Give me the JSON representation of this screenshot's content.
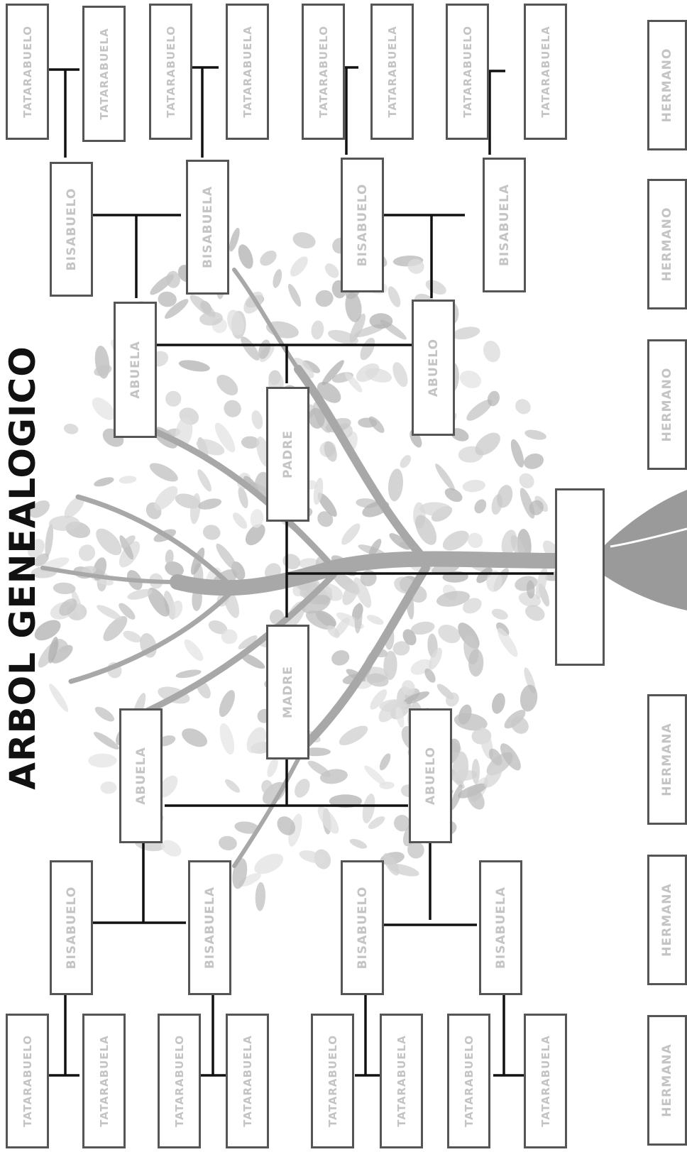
{
  "title": "ARBOL GENEALOGICO",
  "colors": {
    "box_border": "#555555",
    "label": "#c4c4c4",
    "line": "#111111",
    "tree": "#9a9a9a"
  },
  "labels": {
    "great_great_grandfather": "TATARABUELO",
    "great_great_grandmother": "TATARABUELA",
    "great_grandfather": "BISABUELO",
    "great_grandmother": "BISABUELA",
    "grandmother": "ABUELA",
    "grandfather": "ABUELO",
    "father": "PADRE",
    "mother": "MADRE",
    "brother": "HERMANO",
    "sister": "HERMANA",
    "self": ""
  }
}
